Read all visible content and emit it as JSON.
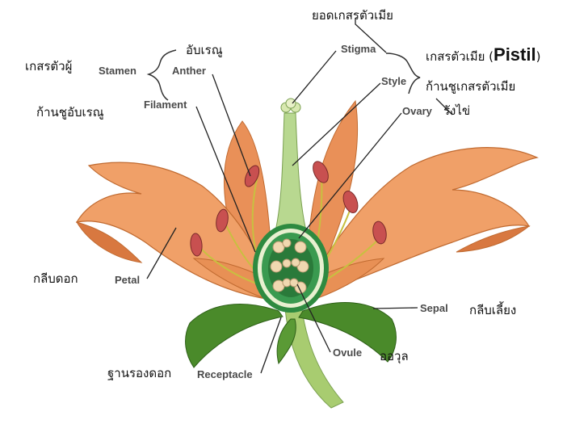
{
  "english_labels": {
    "stamen": "Stamen",
    "anther": "Anther",
    "filament": "Filament",
    "stigma": "Stigma",
    "style": "Style",
    "ovary": "Ovary",
    "petal": "Petal",
    "sepal": "Sepal",
    "ovule": "Ovule",
    "receptacle": "Receptacle"
  },
  "thai_labels": {
    "stigma": "ยอดเกสรตัวเมีย",
    "anther": "อับเรณู",
    "stamen": "เกสรตัวผู้",
    "filament": "ก้านชูอับเรณู",
    "pistil_prefix": "เกสรตัวเมีย (",
    "pistil_word": "Pistil",
    "pistil_suffix": ")",
    "style": "ก้านชูเกสรตัวเมีย",
    "ovary": "รังไข่",
    "petal": "กลีบดอก",
    "sepal": "กลีบเลี้ยง",
    "ovule": "ออวุล",
    "receptacle": "ฐานรองดอก"
  },
  "colors": {
    "petal": "#f0a068",
    "petal_dark": "#d87840",
    "sepal": "#4a8a2a",
    "stem": "#a8cc70",
    "ovary_wall": "#3a9a50",
    "ovule": "#f0d8b0",
    "anther": "#c85050",
    "filament": "#c8c040",
    "leader": "#222222"
  }
}
